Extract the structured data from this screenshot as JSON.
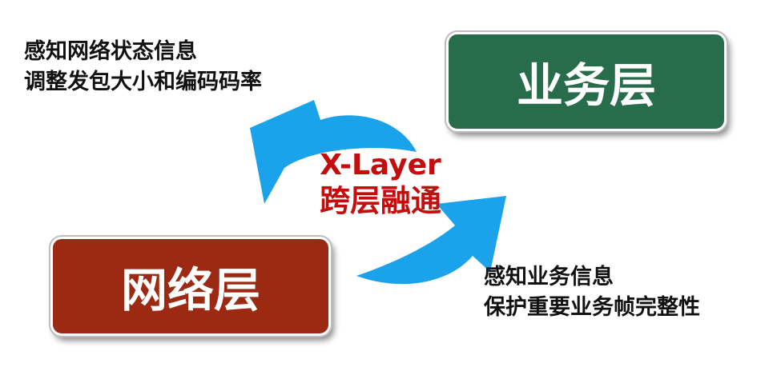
{
  "top_note": {
    "line1": "感知网络状态信息",
    "line2": "调整发包大小和编码码率"
  },
  "bottom_note": {
    "line1": "感知业务信息",
    "line2": "保护重要业务帧完整性"
  },
  "business_layer": {
    "label": "业务层",
    "color": "#276d4b"
  },
  "network_layer": {
    "label": "网络层",
    "color": "#9c2a13"
  },
  "center": {
    "title": "X-Layer",
    "subtitle": "跨层融通",
    "color": "#c40d0d"
  },
  "arrow_color": "#1aa3ea"
}
